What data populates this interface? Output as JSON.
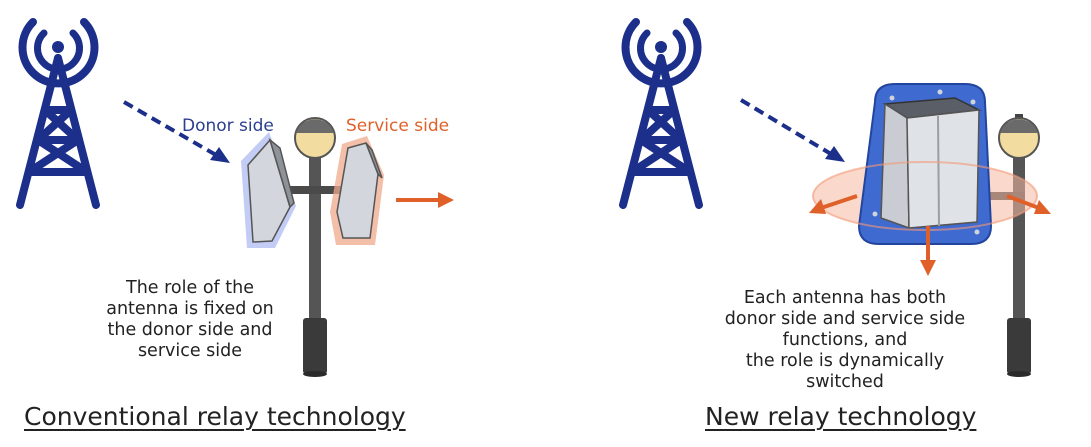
{
  "left": {
    "donor_label": "Donor side",
    "service_label": "Service side",
    "description": [
      "The role of the",
      "antenna is fixed on",
      "the donor side and",
      "service side"
    ],
    "caption": "Conventional relay technology"
  },
  "right": {
    "description": [
      "Each antenna has both",
      "donor side and service side",
      "functions, and",
      "the role is dynamically",
      "switched"
    ],
    "caption": "New relay technology"
  },
  "colors": {
    "tower_blue": "#1c2f8a",
    "donor_blue": "#7e92e0",
    "service_orange": "#e0602a",
    "pole_dark": "#3a3a3a"
  }
}
